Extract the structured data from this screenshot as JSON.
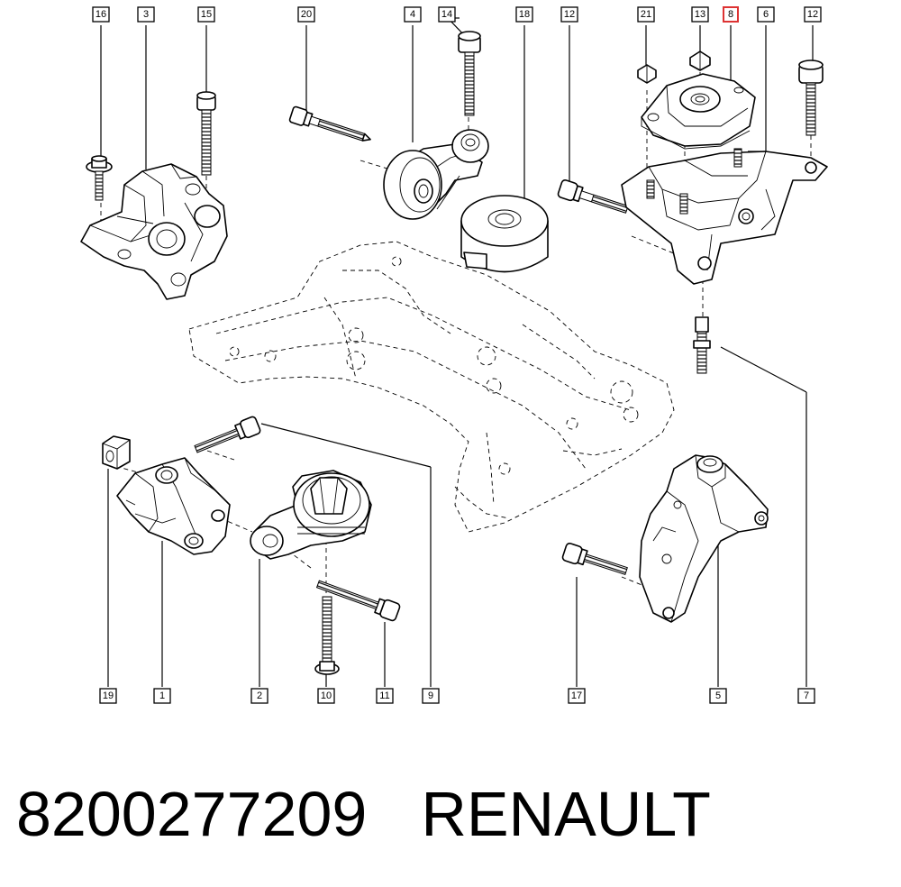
{
  "caption": {
    "part_number": "8200277209",
    "brand": "RENAULT"
  },
  "callouts": {
    "top": [
      "16",
      "3",
      "15",
      "20",
      "4",
      "14",
      "18",
      "12",
      "21",
      "13",
      "8",
      "6",
      "12"
    ],
    "bottom": [
      "19",
      "1",
      "2",
      "10",
      "11",
      "9",
      "17",
      "5",
      "7"
    ],
    "highlighted": "8",
    "highlight_color": "#dd3333"
  }
}
